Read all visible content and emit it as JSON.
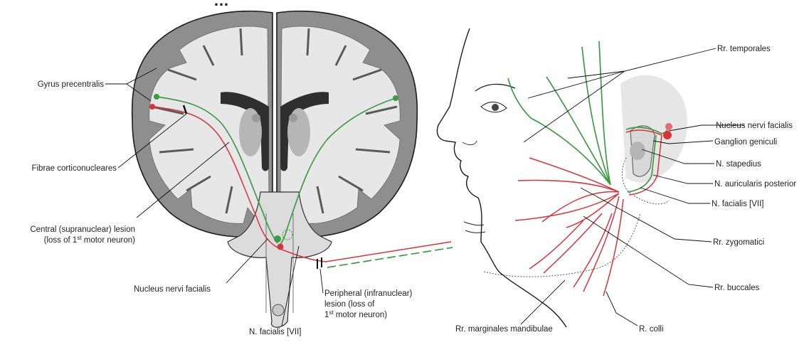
{
  "page_title_partial": "…",
  "colors": {
    "upper_motor_pathway": "#3f9b43",
    "lower_motor_pathway": "#d8343b",
    "white_matter": "#e7e7e7",
    "gray_matter": "#8e8e8e",
    "ventricle": "#2f2f2f"
  },
  "left_figure": {
    "gyrus": "Gyrus precentralis",
    "fibrae": "Fibrae corticonucleares",
    "central_lesion_1": "Central (supranuclear) lesion",
    "central_lesion_2": "(loss of 1",
    "central_lesion_sup": "st",
    "central_lesion_3": " motor neuron)",
    "nucleus": "Nucleus nervi facialis",
    "nerve": "N. facialis [VII]",
    "peripheral_1": "Peripheral (infranuclear)",
    "peripheral_2": "lesion (loss of",
    "peripheral_3a": "1",
    "peripheral_sup": "st",
    "peripheral_3b": " motor neuron)"
  },
  "right_figure": {
    "temporales": "Rr. temporales",
    "nucleus": "Nucleus nervi facialis",
    "ganglion": "Ganglion geniculi",
    "stapedius": "N. stapedius",
    "auricularis": "N. auricularis posterior",
    "facialis": "N. facialis [VII]",
    "zygomatici": "Rr. zygomatici",
    "buccales": "Rr. buccales",
    "marginales": "Rr. marginales mandibulae",
    "colli": "R. colli"
  }
}
